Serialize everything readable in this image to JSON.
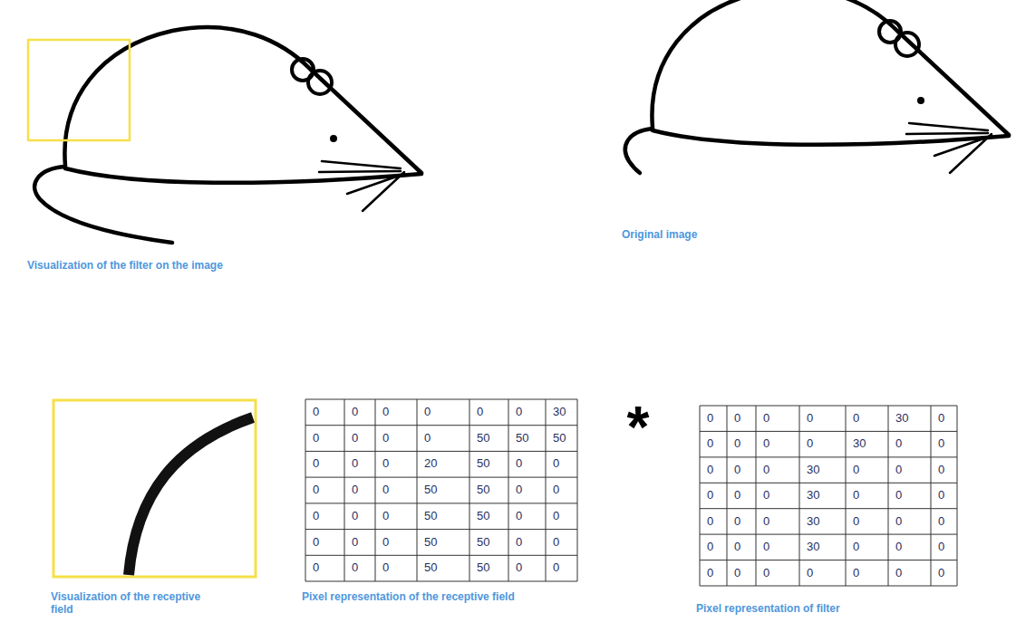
{
  "diagram": {
    "labels": [
      "Visualization of the filter on the image",
      "Original image",
      "Visualization of the receptive field",
      "Pixel representation of the receptive field",
      "0",
      "0",
      "0",
      "0",
      "0",
      "0",
      "30",
      "0",
      "0",
      "0",
      "0",
      "50",
      "50",
      "50",
      "0",
      "0",
      "0",
      "20",
      "50",
      "0",
      "0",
      "0",
      "0",
      "0",
      "50",
      "50",
      "0",
      "0",
      "0",
      "0",
      "0",
      "50",
      "50",
      "0",
      "0",
      "0",
      "0",
      "0",
      "50",
      "50",
      "0",
      "0",
      "0",
      "0",
      "0",
      "50",
      "50",
      "0",
      "0",
      "*",
      "0",
      "0",
      "0",
      "0",
      "0",
      "30",
      "0",
      "0",
      "0",
      "0",
      "0",
      "30",
      "0",
      "0",
      "0",
      "0",
      "0",
      "30",
      "0",
      "0",
      "0",
      "0",
      "0",
      "0",
      "30",
      "0",
      "0",
      "0",
      "0",
      "0",
      "0",
      "30",
      "0",
      "0",
      "0",
      "0",
      "0",
      "0",
      "30",
      "0",
      "0",
      "0",
      "0",
      "0",
      "0",
      "0",
      "0",
      "0",
      "0",
      "Pixel representation of filter"
    ]
  }
}
